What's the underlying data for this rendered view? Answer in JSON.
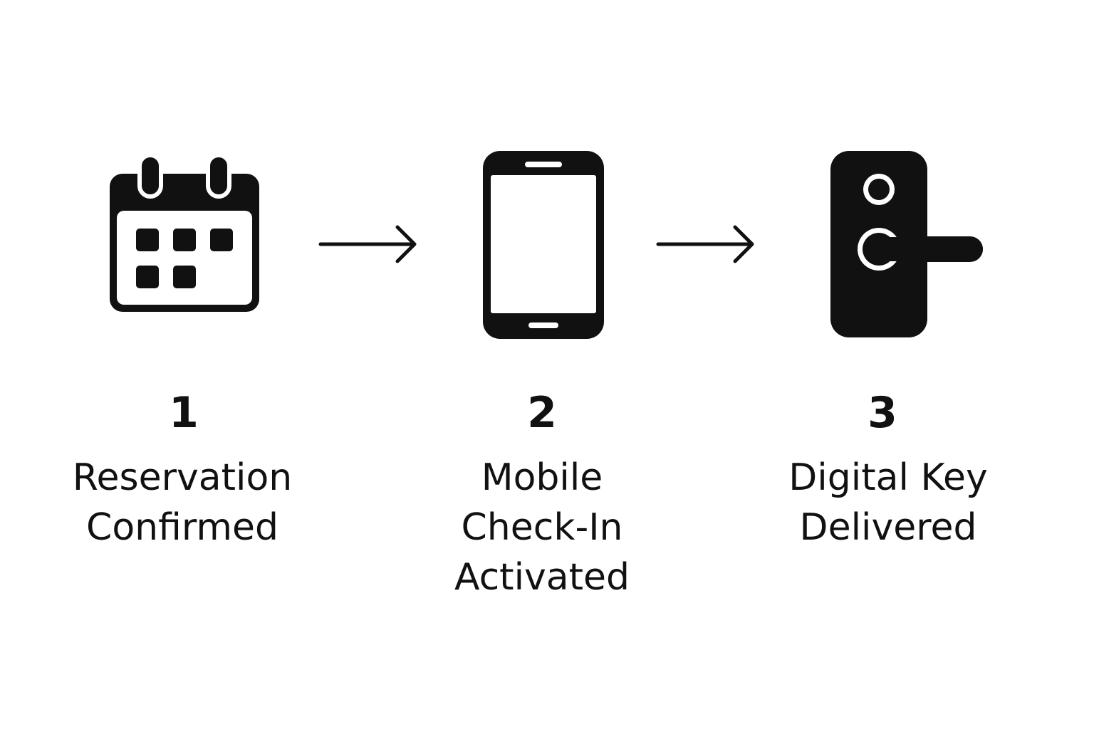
{
  "colors": {
    "ink": "#111111",
    "background": "#ffffff"
  },
  "steps": [
    {
      "number": "1",
      "icon": "calendar-icon",
      "label_lines": [
        "Reservation",
        "Confirmed"
      ]
    },
    {
      "number": "2",
      "icon": "smartphone-icon",
      "label_lines": [
        "Mobile",
        "Check-In",
        "Activated"
      ]
    },
    {
      "number": "3",
      "icon": "door-lock-icon",
      "label_lines": [
        "Digital Key",
        "Delivered"
      ]
    }
  ],
  "connectors": [
    "arrow-right-icon",
    "arrow-right-icon"
  ]
}
